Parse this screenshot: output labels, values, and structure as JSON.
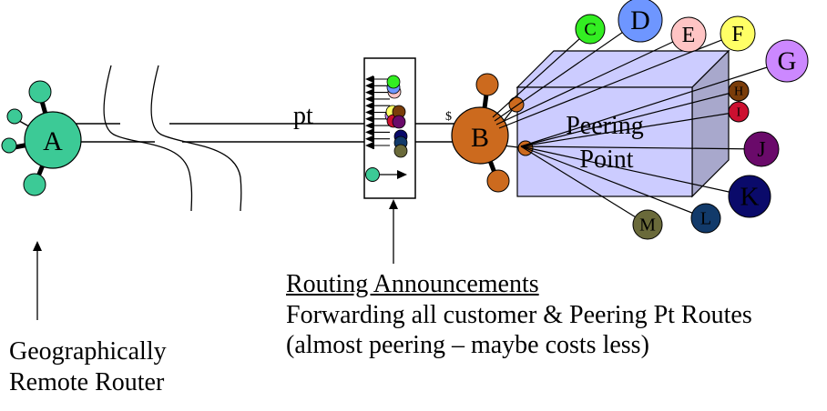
{
  "diagram": {
    "router_a": {
      "label": "A",
      "color": "#3cca96"
    },
    "router_b": {
      "label": "B",
      "color": "#cc6a1e"
    },
    "link_label": "pt",
    "cost_marker": "$",
    "peering_point": {
      "line1": "Peering",
      "line2": "Point",
      "front_color": "#ccccff",
      "side_color": "#a8a8cc"
    },
    "peers": [
      {
        "label": "C",
        "color": "#33ee22"
      },
      {
        "label": "D",
        "color": "#6e96ff"
      },
      {
        "label": "E",
        "color": "#ffc4c4"
      },
      {
        "label": "F",
        "color": "#ffff66"
      },
      {
        "label": "G",
        "color": "#cc88ff"
      },
      {
        "label": "H",
        "color": "#7a3d0a"
      },
      {
        "label": "I",
        "color": "#cc1030"
      },
      {
        "label": "J",
        "color": "#6a0a6a"
      },
      {
        "label": "K",
        "color": "#0a0a6a"
      },
      {
        "label": "L",
        "color": "#123a6a"
      },
      {
        "label": "M",
        "color": "#6a6a3a"
      }
    ],
    "announcement_box": {
      "arrow_count": 11
    }
  },
  "annotations": {
    "remote_router": {
      "line1": "Geographically",
      "line2": "Remote Router"
    },
    "routing": {
      "heading": "Routing Announcements",
      "line1": "Forwarding all customer & Peering Pt Routes",
      "line2": "(almost peering – maybe costs less)"
    }
  }
}
